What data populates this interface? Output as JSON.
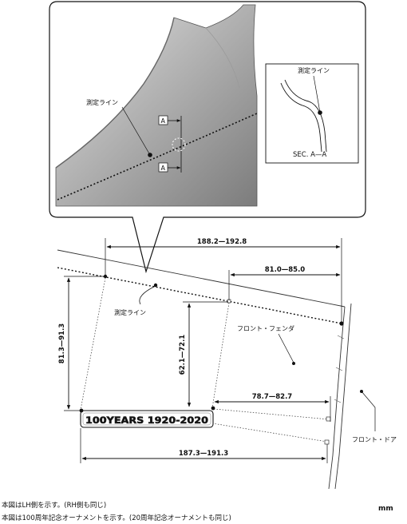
{
  "callout_labels": {
    "measure_line_main": "測定ライン",
    "section_marker_top": "A",
    "section_marker_bottom": "A",
    "inset_measure_line": "測定ライン",
    "inset_caption": "SEC. A—A"
  },
  "dimensions": {
    "top_span": "188.2—192.8",
    "right_span": "81.0—85.0",
    "left_vertical": "81.3—91.3",
    "center_vertical": "62.1—72.1",
    "emblem_right": "78.7—82.7",
    "bottom_span": "187.3—191.3"
  },
  "part_labels": {
    "measure_line": "測定ライン",
    "front_fender": "フロント・フェンダ",
    "front_door": "フロント・ドア"
  },
  "emblem_text": "100YEARS 1920-2020",
  "notes": [
    "本図はLH側を示す。(RH側も同じ)",
    "本図は100周年記念オーナメントを示す。(20周年記念オーナメントも同じ)"
  ],
  "unit": "mm"
}
